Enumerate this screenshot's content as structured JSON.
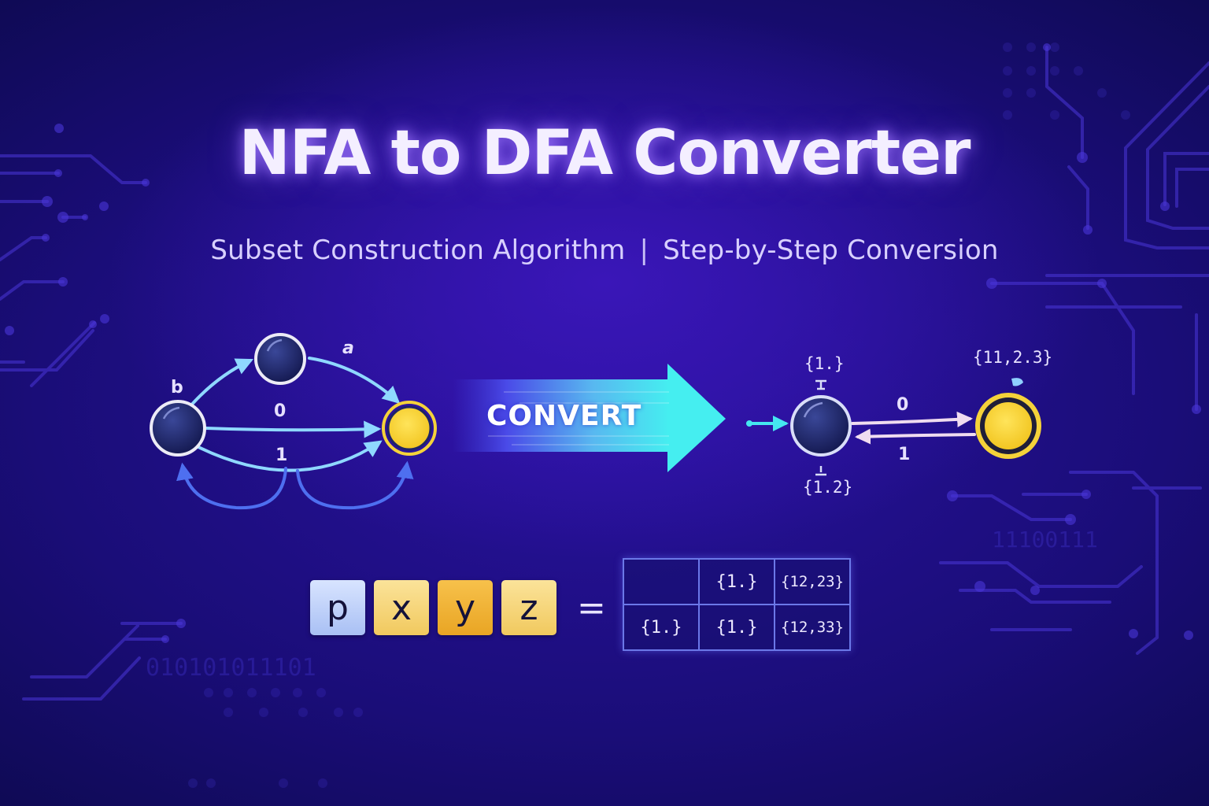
{
  "header": {
    "title": "NFA to DFA Converter",
    "subtitle_left": "Subset Construction Algorithm",
    "subtitle_sep": "|",
    "subtitle_right": "Step-by-Step Conversion"
  },
  "nfa": {
    "states": [
      {
        "id": "start",
        "accepting": false
      },
      {
        "id": "middle",
        "accepting": false
      },
      {
        "id": "final",
        "accepting": true
      }
    ],
    "edge_labels": {
      "start_to_middle": "b",
      "middle_to_final": "a",
      "start_to_final_straight": "0",
      "start_to_final_lower": "1"
    }
  },
  "convert_arrow": {
    "label": "CONVERT"
  },
  "dfa": {
    "start_state": {
      "top_label": "{1.}",
      "bottom_label": "{1.2}"
    },
    "accept_state": {
      "top_label": "{11,2.3}"
    },
    "edge_labels": {
      "forward": "0",
      "backward": "1"
    }
  },
  "equation": {
    "tiles": [
      "p",
      "x",
      "y",
      "z"
    ],
    "equals": "="
  },
  "transition_table": {
    "rows": [
      [
        "",
        "{1.}",
        "{12,23}"
      ],
      [
        "{1.}",
        "{1.}",
        "{12,33}"
      ]
    ]
  },
  "colors": {
    "background": "#1f0f8a",
    "accent_cyan": "#45e6f0",
    "accept_yellow": "#f5d23a",
    "state_navy": "#1f2466",
    "edge_light_blue": "#7fd0ff",
    "table_border": "#6b78e8"
  }
}
